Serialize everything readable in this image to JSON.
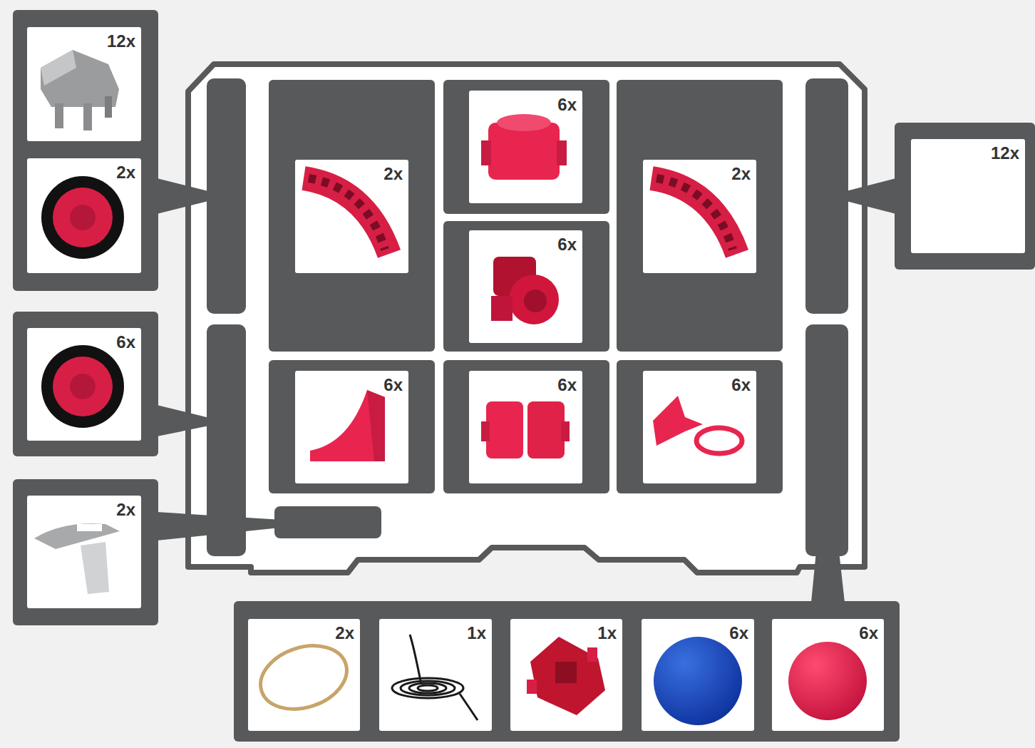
{
  "diagram": {
    "nodes": [
      {
        "text": [
          "12x"
        ]
      },
      {
        "text": [
          "2x"
        ]
      },
      {
        "text": [
          "2x"
        ]
      },
      {
        "text": [
          "6x"
        ]
      },
      {
        "text": [
          "2x"
        ]
      },
      {
        "text": [
          "12x"
        ]
      },
      {
        "text": [
          "6x"
        ]
      },
      {
        "text": [
          "6x"
        ]
      },
      {
        "text": [
          "6x"
        ]
      },
      {
        "text": [
          "6x"
        ]
      },
      {
        "text": [
          "6x"
        ]
      },
      {
        "text": [
          "2x"
        ]
      },
      {
        "text": [
          "2x"
        ]
      },
      {
        "text": [
          "1x"
        ]
      },
      {
        "text": [
          "1x"
        ]
      },
      {
        "text": [
          "6x"
        ]
      },
      {
        "text": [
          "6x"
        ]
      }
    ]
  }
}
